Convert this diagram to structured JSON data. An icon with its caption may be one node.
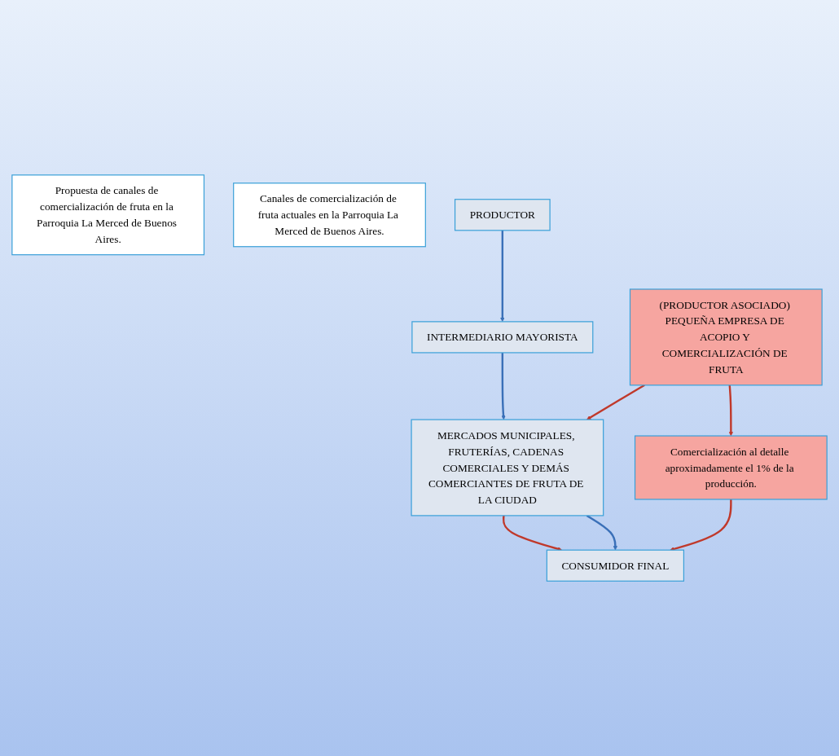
{
  "diagram": {
    "nodes": [
      {
        "text": [
          "Propuesta de canales de comercialización de fruta en la Parroquia La Merced de Buenos Aires."
        ]
      },
      {
        "text": [
          "Canales de comercialización de fruta actuales en la Parroquia La Merced de Buenos Aires."
        ]
      },
      {
        "text": [
          "(PRODUCTOR ASOCIADO) PEQUEÑA EMPRESA DE ACOPIO Y COMERCIALIZACIÓN DE FRUTA"
        ]
      },
      {
        "text": [
          "PRODUCTOR"
        ]
      },
      {
        "text": [
          "INTERMEDIARIO MAYORISTA"
        ]
      },
      {
        "text": [
          "MERCADOS MUNICIPALES, FRUTERÍAS, CADENAS COMERCIALES Y DEMÁS COMERCIANTES DE FRUTA DE LA CIUDAD"
        ]
      },
      {
        "text": [
          "Comercialización al detalle aproximadamente el 1% de la producción."
        ]
      },
      {
        "text": [
          "CONSUMIDOR FINAL"
        ]
      }
    ],
    "edges": [
      {
        "from": 3,
        "to": 4,
        "arrow": "to",
        "color": "#3a70b8"
      },
      {
        "from": 4,
        "to": 5,
        "arrow": "to",
        "color": "#3a70b8"
      },
      {
        "from": 2,
        "to": 6,
        "arrow": "to",
        "color": "#c0392b"
      },
      {
        "from": 2,
        "to": 5,
        "arrow": "to",
        "color": "#c0392b"
      },
      {
        "from": 5,
        "to": 7,
        "arrow": "to",
        "color": "#c0392b"
      },
      {
        "from": 5,
        "to": 7,
        "arrow": "to",
        "color": "#3a70b8"
      },
      {
        "from": 6,
        "to": 7,
        "arrow": "to",
        "color": "#c0392b"
      }
    ]
  }
}
